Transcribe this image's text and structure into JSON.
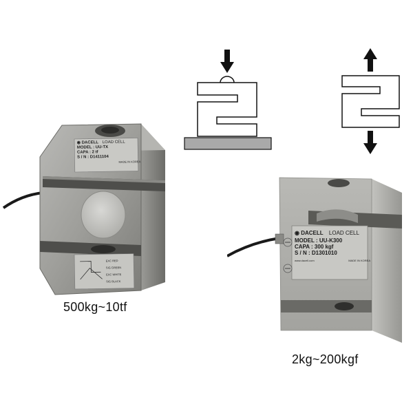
{
  "left_cell": {
    "label_brand": "DACELL",
    "label_type": "LOAD CELL",
    "model_line": "MODEL : UU-TX",
    "capa_line": "CAPA : 2 tf",
    "sn_line": "S / N : D1411104",
    "made_in": "MADE IN KOREA",
    "wiring": [
      "EXC RED",
      "SIG GREEN",
      "EXC WHITE",
      "SIG BLACK"
    ],
    "caption": "500kg~10tf"
  },
  "right_cell": {
    "label_brand": "DACELL",
    "label_type": "LOAD CELL",
    "model_line": "MODEL : UU-K300",
    "capa_line": "CAPA : 300 kgf",
    "sn_line": "S / N : D1301010",
    "website": "www.dacell.com",
    "made_in": "MADE IN KOREA",
    "caption": "2kg~200kgf"
  },
  "diagrams": {
    "compression_icon": "arrow-down-icon",
    "tension_icons": [
      "arrow-up-icon",
      "arrow-down-icon"
    ],
    "colors": {
      "stroke": "#111111",
      "plate": "#a9a9a9"
    }
  }
}
